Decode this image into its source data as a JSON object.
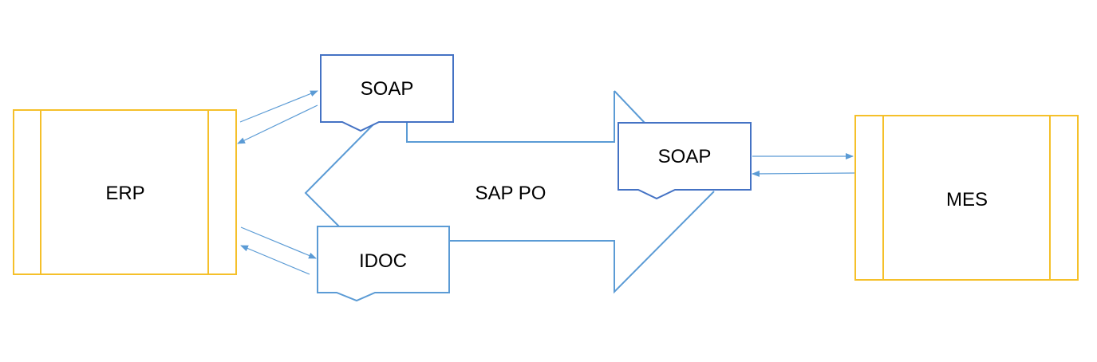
{
  "nodes": {
    "erp": {
      "label": "ERP"
    },
    "mes": {
      "label": "MES"
    },
    "soap_top": {
      "label": "SOAP"
    },
    "soap_right": {
      "label": "SOAP"
    },
    "idoc": {
      "label": "IDOC"
    },
    "middleware": {
      "label": "SAP PO"
    }
  },
  "colors": {
    "system_border": "#F5C02A",
    "middleware_outline": "#5B9BD5",
    "message_border": "#4472C4",
    "arrow": "#5B9BD5"
  }
}
